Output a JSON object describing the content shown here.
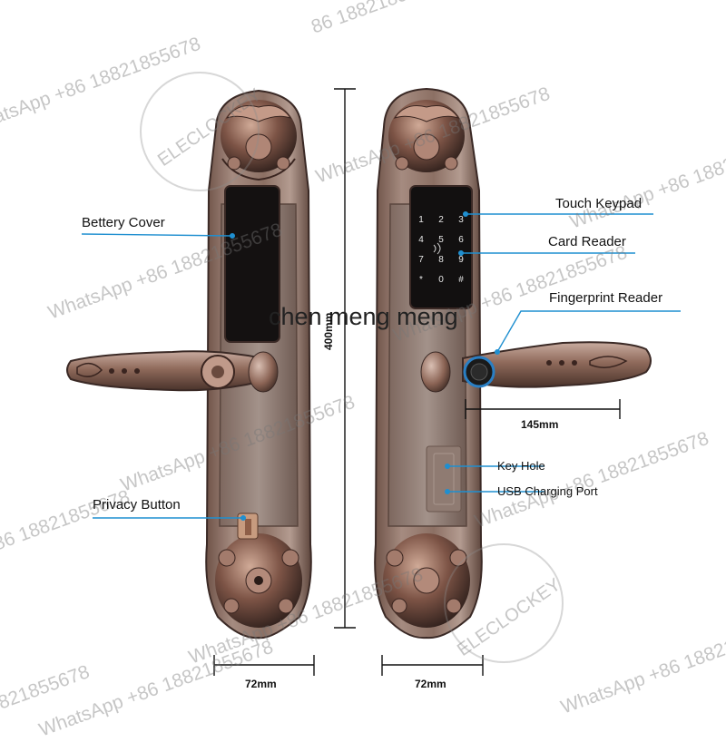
{
  "labels": {
    "battery_cover": "Bettery Cover",
    "privacy_button": "Privacy Button",
    "touch_keypad": "Touch Keypad",
    "card_reader": "Card Reader",
    "fingerprint_reader": "Fingerprint Reader",
    "key_hole": "Key Hole",
    "usb_charging_port": "USB Charging Port"
  },
  "dimensions": {
    "height": "400mm",
    "width_left": "72mm",
    "width_right": "72mm",
    "handle_length": "145mm"
  },
  "keypad": {
    "keys": [
      "1",
      "2",
      "3",
      "4",
      "5",
      "6",
      "7",
      "8",
      "9",
      "*",
      "0",
      "#"
    ]
  },
  "watermark": {
    "contact": "WhatsApp +86 18821855678",
    "contact_tail": "821855678",
    "number_only": "86 18821855678",
    "brand": "ELECLOCKEY",
    "center_text": "chen meng meng"
  },
  "colors": {
    "bronze": "#8a6556",
    "bronze_dark": "#3c2a26",
    "plate": "#9a8378",
    "callout_line": "#1f8fd0",
    "fingerprint_ring": "#2a7fc4"
  }
}
